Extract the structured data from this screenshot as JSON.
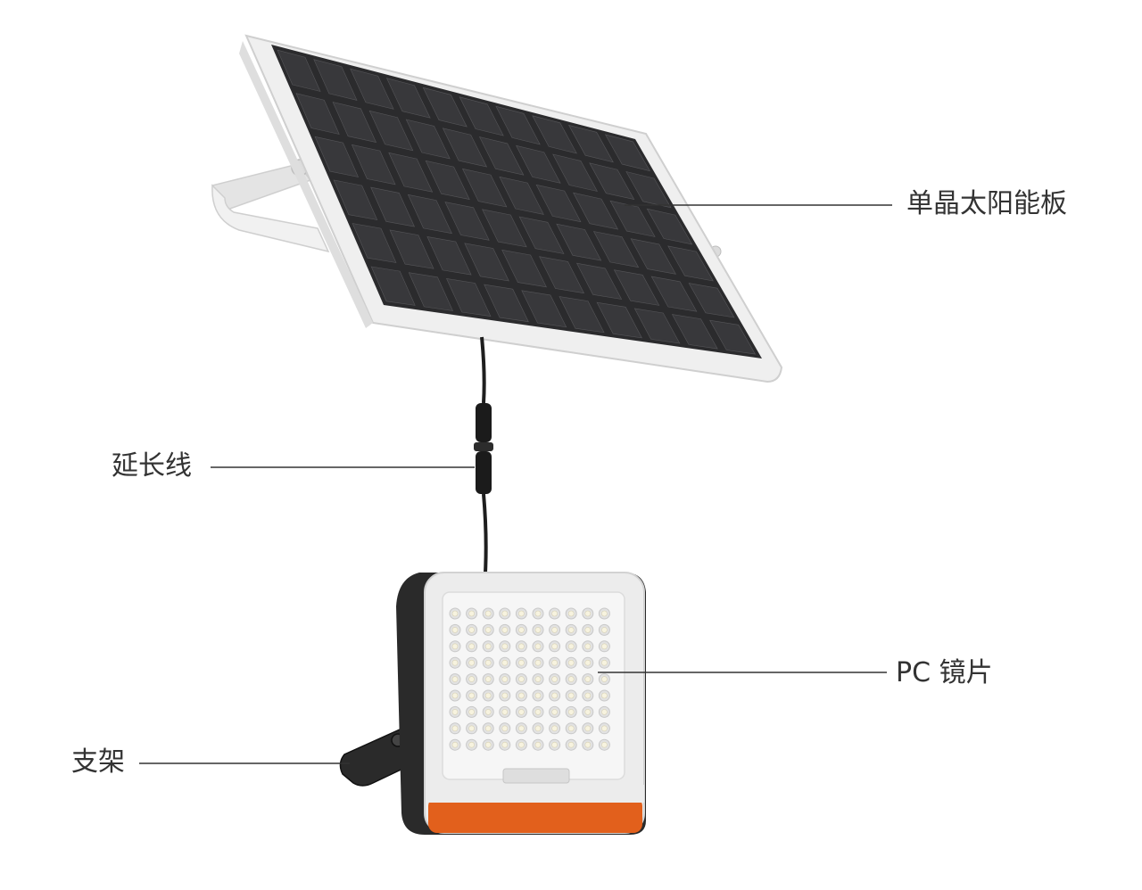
{
  "labels": {
    "solar_panel": "单晶太阳能板",
    "extension_cable": "延长线",
    "pc_lens": "PC 镜片",
    "bracket": "支架"
  },
  "colors": {
    "panel_cell": "#2b2b2d",
    "panel_frame": "#eeeeee",
    "cable": "#1e1e1e",
    "lamp_body": "#2a2a2a",
    "lamp_face": "#ececec",
    "lamp_accent": "#e2601c",
    "leader_line": "#333333"
  },
  "lamp": {
    "led_rows": 9,
    "led_cols": 10
  },
  "panel": {
    "cell_rows": 6,
    "cell_cols": 10
  }
}
